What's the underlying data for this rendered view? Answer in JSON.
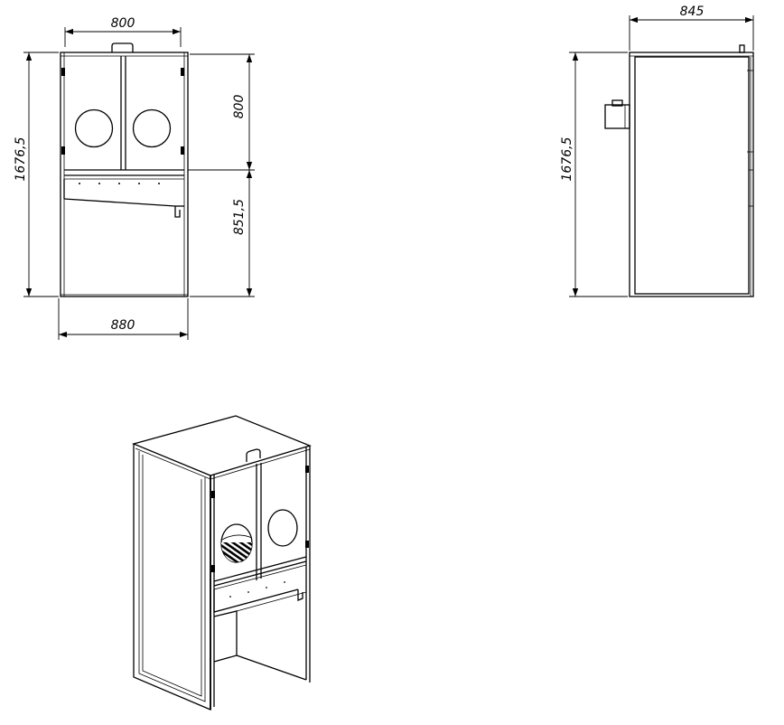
{
  "front_view": {
    "dim_top_width": "800",
    "dim_total_height": "1676,5",
    "dim_upper_height": "800",
    "dim_lower_height": "851,5",
    "dim_bottom_width": "880"
  },
  "side_view": {
    "dim_depth": "845",
    "dim_total_height": "1676,5"
  },
  "colors": {
    "line": "#000000",
    "background": "#ffffff"
  }
}
